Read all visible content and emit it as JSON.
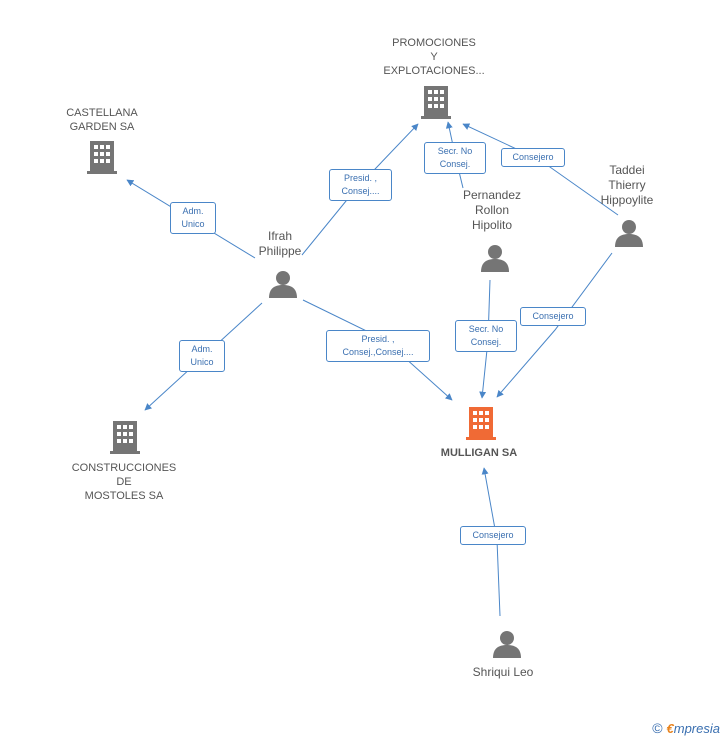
{
  "nodes": {
    "promociones": {
      "label": "PROMOCIONES\nY\nEXPLOTACIONES..."
    },
    "castellana": {
      "label": "CASTELLANA\nGARDEN SA"
    },
    "construcciones": {
      "label": "CONSTRUCCIONES\nDE\nMOSTOLES SA"
    },
    "mulligan": {
      "label": "MULLIGAN SA"
    },
    "ifrah": {
      "label": "Ifrah\nPhilippe"
    },
    "pernandez": {
      "label": "Pernandez\nRollon\nHipolito"
    },
    "taddei": {
      "label": "Taddei\nThierry\nHippoylite"
    },
    "shriqui": {
      "label": "Shriqui Leo"
    }
  },
  "edges": {
    "ifrah_castellana": "Adm.\nUnico",
    "ifrah_promociones": "Presid. ,\nConsej....",
    "pernandez_promociones": "Secr.  No\nConsej.",
    "taddei_promociones": "Consejero",
    "ifrah_construcciones": "Adm.\nUnico",
    "ifrah_mulligan": "Presid. ,\nConsej.,Consej....",
    "pernandez_mulligan": "Secr.  No\nConsej.",
    "taddei_mulligan": "Consejero",
    "shriqui_mulligan": "Consejero"
  },
  "colors": {
    "edge": "#4a86c8",
    "company": "#757575",
    "main_company": "#f06a35",
    "person": "#757575"
  },
  "footer": {
    "copyright": "©",
    "brand_first": "€",
    "brand_rest": "mpresia"
  }
}
